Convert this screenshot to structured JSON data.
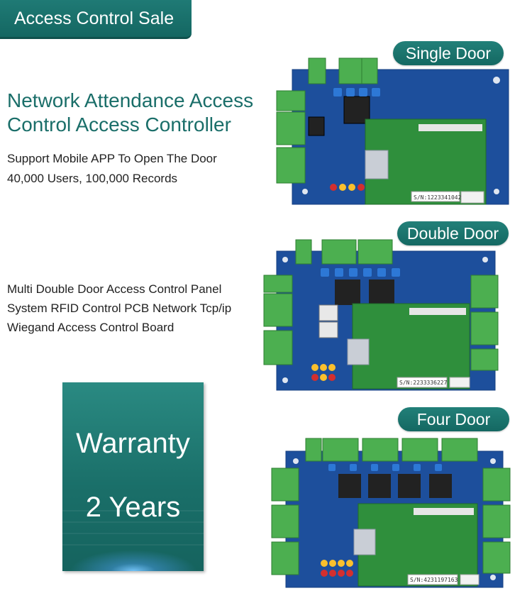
{
  "banner": {
    "label": "Access Control Sale"
  },
  "product": {
    "title_line1": "Network Attendance Access",
    "title_line2": "Control Access Controller",
    "feature_line1": "Support Mobile APP To Open The Door",
    "feature_line2": "40,000 Users, 100,000 Records",
    "desc_line1": "Multi Double Door Access Control Panel",
    "desc_line2": "System RFID Control PCB Network Tcp/ip",
    "desc_line3": "Wiegand Access Control Board"
  },
  "variants": [
    {
      "label": "Single Door",
      "serial": "S/N:1223341042"
    },
    {
      "label": "Double Door",
      "serial": "S/N:2233336227"
    },
    {
      "label": "Four Door",
      "serial": "S/N:4231197163"
    }
  ],
  "warranty": {
    "line1": "Warranty",
    "line2": "2 Years"
  },
  "colors": {
    "accent": "#1a6e69",
    "pcb_blue": "#1d4f9c",
    "pcb_green": "#2f8f3c",
    "terminal_green": "#4caf50"
  }
}
